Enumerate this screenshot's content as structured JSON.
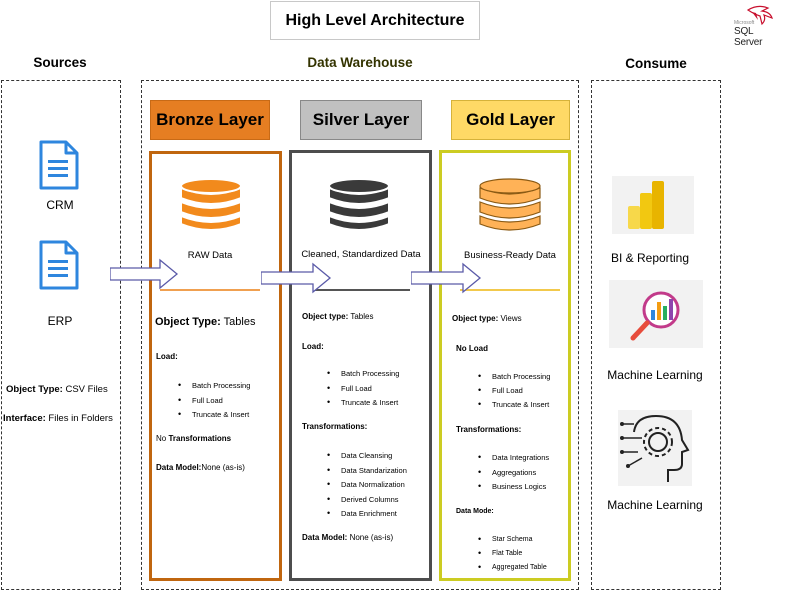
{
  "title": "High Level Architecture",
  "logo": {
    "text": "SQL Server",
    "small": "Microsoft",
    "color": "#c8102e"
  },
  "sections": {
    "sources": "Sources",
    "warehouse": "Data Warehouse",
    "consume": "Consume"
  },
  "sources": {
    "files": [
      {
        "label": "CRM",
        "icon": "document-icon"
      },
      {
        "label": "ERP",
        "icon": "document-icon"
      }
    ],
    "object_type_label": "Object Type:",
    "object_type_value": " CSV Files",
    "interface_label": "Interface:",
    "interface_value": " Files in Folders"
  },
  "bronze": {
    "name": "Bronze Layer",
    "color": "#e67e22",
    "caption": "RAW Data",
    "object_type_label": "Object Type:",
    "object_type_value": " Tables",
    "load_label": "Load:",
    "load_items": [
      "Batch Processing",
      "Full Load",
      "Truncate & Insert"
    ],
    "transform_prefix": "No ",
    "transform_label": "Transformations",
    "model_label": "Data Model:",
    "model_value": "None (as-is)"
  },
  "silver": {
    "name": "Silver Layer",
    "color": "#4d4d4d",
    "caption": "Cleaned, Standardized Data",
    "object_type_label": "Object type:",
    "object_type_value": " Tables",
    "load_label": "Load:",
    "load_items": [
      "Batch Processing",
      "Full Load",
      "Truncate & Insert"
    ],
    "transform_label": "Transformations:",
    "transform_items": [
      "Data Cleansing",
      "Data Standarization",
      "Data Normalization",
      "Derived Columns",
      "Data Enrichment"
    ],
    "model_label": "Data Model:",
    "model_value": " None (as-is)"
  },
  "gold": {
    "name": "Gold Layer",
    "color": "#f5a623",
    "caption": "Business-Ready Data",
    "object_type_label": "Object type:",
    "object_type_value": " Views",
    "load_label": "No Load",
    "load_items": [
      "Batch Processing",
      "Full Load",
      "Truncate & Insert"
    ],
    "transform_label": "Transformations:",
    "transform_items": [
      "Data Integrations",
      "Aggregations",
      "Business Logics"
    ],
    "model_label": "Data Mode:",
    "model_items": [
      "Star Schema",
      "Flat Table",
      "Aggregated Table"
    ]
  },
  "consume": {
    "items": [
      {
        "label": "BI & Reporting",
        "icon": "power-bi-icon"
      },
      {
        "label": "Machine  Learning",
        "icon": "analytics-magnifier-icon"
      },
      {
        "label": "Machine  Learning",
        "icon": "ai-head-gear-icon"
      }
    ]
  }
}
